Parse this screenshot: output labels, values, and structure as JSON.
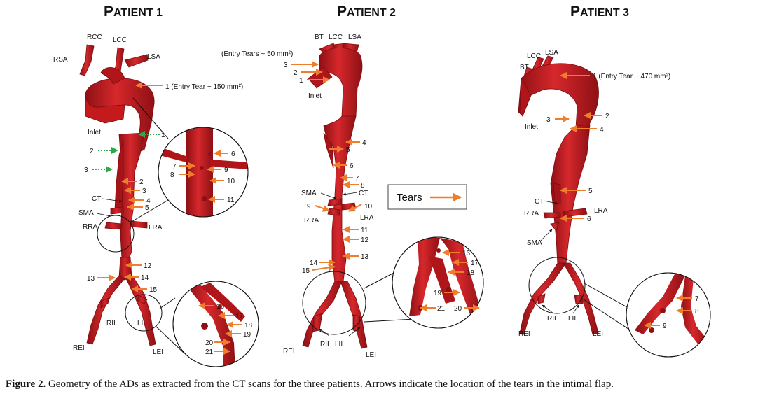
{
  "panels": [
    {
      "title_first": "P",
      "title_rest": "ATIENT 1",
      "entry_note": "1 (Entry Tear ~ 150 mm²)",
      "vessel_labels": {
        "rcc": "RCC",
        "lcc": "LCC",
        "rsa": "RSA",
        "lsa": "LSA",
        "inlet": "Inlet",
        "ct": "CT",
        "sma": "SMA",
        "rra": "RRA",
        "lra": "LRA",
        "rii": "RII",
        "lii": "LII",
        "rei": "REI",
        "lei": "LEI"
      },
      "tear_numbers": [
        "1",
        "2",
        "3",
        "2",
        "3",
        "4",
        "5",
        "12",
        "13",
        "14",
        "15"
      ],
      "inset_a_numbers": [
        "6",
        "7",
        "8",
        "9",
        "10",
        "11"
      ],
      "inset_b_numbers": [
        "16",
        "17",
        "18",
        "19",
        "20",
        "21"
      ]
    },
    {
      "title_first": "P",
      "title_rest": "ATIENT 2",
      "entry_note": "(Entry Tears ~ 50 mm²)",
      "vessel_labels": {
        "bt": "BT",
        "lcc": "LCC",
        "lsa": "LSA",
        "inlet": "Inlet",
        "sma": "SMA",
        "ct": "CT",
        "rra": "RRA",
        "lra": "LRA",
        "rii": "RII",
        "lii": "LII",
        "rei": "REI",
        "lei": "LEI"
      },
      "tear_numbers": [
        "3",
        "2",
        "1",
        "4",
        "5",
        "6",
        "7",
        "8",
        "9",
        "10",
        "11",
        "12",
        "13",
        "14",
        "15"
      ],
      "inset_numbers": [
        "16",
        "17",
        "18",
        "19",
        "20",
        "21"
      ]
    },
    {
      "title_first": "P",
      "title_rest": "ATIENT 3",
      "entry_note": "1 (Entry Tear ~ 470 mm²)",
      "vessel_labels": {
        "lcc": "LCC",
        "lsa": "LSA",
        "bt": "BT",
        "inlet": "Inlet",
        "ct": "CT",
        "rra": "RRA",
        "lra": "LRA",
        "sma": "SMA",
        "rii": "RII",
        "lii": "LII",
        "rei": "REI",
        "lei": "LEI"
      },
      "tear_numbers": [
        "2",
        "3",
        "4",
        "5",
        "6"
      ],
      "inset_numbers": [
        "7",
        "8",
        "9"
      ]
    }
  ],
  "legend": {
    "label": "Tears"
  },
  "caption": {
    "label": "Figure 2.",
    "text": "Geometry of the ADs as extracted from the CT scans for the three patients. Arrows indicate the location of the tears in the intimal flap."
  },
  "colors": {
    "vessel": "#c41a1c",
    "vessel_dark": "#7e0c10",
    "vessel_light": "#e0575a",
    "arrow": "#ee7d2c",
    "dotted_arrow": "#2ea84a",
    "line": "#222222"
  }
}
